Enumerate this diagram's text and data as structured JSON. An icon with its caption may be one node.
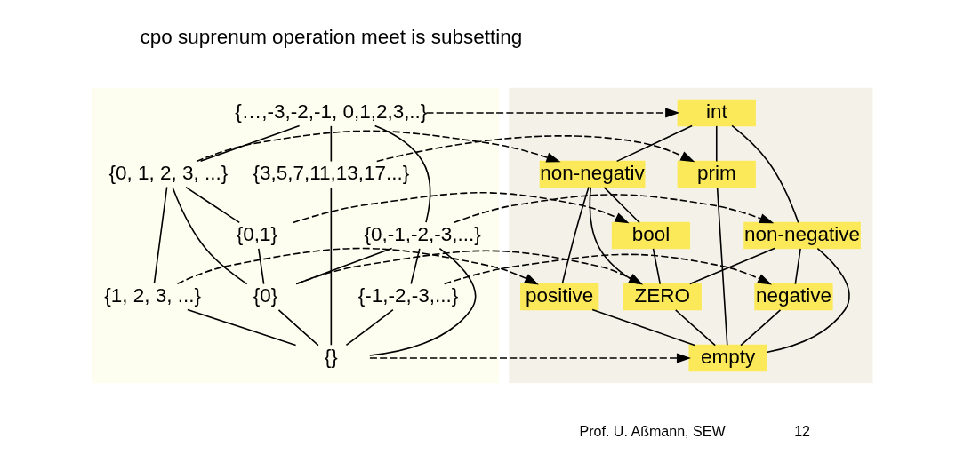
{
  "diagram": {
    "nodes": [
      {
        "text": [],
        "shape": "box"
      },
      {
        "text": [],
        "shape": "box"
      },
      {
        "text": [
          "{…,-3,-2,-1, 0,1,2,3,..}"
        ],
        "in": 0
      },
      {
        "text": [
          "{0, 1, 2, 3, ...}"
        ],
        "in": 0
      },
      {
        "text": [
          "{3,5,7,11,13,17...}"
        ],
        "in": 0
      },
      {
        "text": [
          "{0,1}"
        ],
        "in": 0
      },
      {
        "text": [
          "{1, 2, 3, ...}"
        ],
        "in": 0
      },
      {
        "text": [
          "{0,-1,-2,-3,...}"
        ],
        "in": 0
      },
      {
        "text": [
          "{0}"
        ],
        "in": 0
      },
      {
        "text": [
          "{-1,-2,-3,...}"
        ],
        "in": 0
      },
      {
        "text": [
          "{}"
        ],
        "in": 0
      },
      {
        "text": [
          "int"
        ],
        "in": 1
      },
      {
        "text": [
          "non-negativ"
        ],
        "in": 1
      },
      {
        "text": [
          "prim"
        ],
        "in": 1
      },
      {
        "text": [
          "bool"
        ],
        "in": 1
      },
      {
        "text": [
          "positive"
        ],
        "in": 1
      },
      {
        "text": [
          "non-negative"
        ],
        "in": 1
      },
      {
        "text": [
          "ZERO"
        ],
        "in": 1
      },
      {
        "text": [
          "negative"
        ],
        "in": 1
      },
      {
        "text": [
          "empty"
        ],
        "in": 1
      }
    ],
    "edges": [
      {
        "from": 2,
        "to": 3,
        "arrow": "none"
      },
      {
        "from": 2,
        "to": 4,
        "arrow": "none"
      },
      {
        "from": 2,
        "to": 7,
        "arrow": "none"
      },
      {
        "from": 3,
        "to": 6,
        "arrow": "none"
      },
      {
        "from": 3,
        "to": 8,
        "arrow": "none"
      },
      {
        "from": 3,
        "to": 5,
        "arrow": "none"
      },
      {
        "from": 5,
        "to": 8,
        "arrow": "none"
      },
      {
        "from": 7,
        "to": 8,
        "arrow": "none"
      },
      {
        "from": 4,
        "to": 10,
        "arrow": "none"
      },
      {
        "from": 6,
        "to": 10,
        "arrow": "none"
      },
      {
        "from": 8,
        "to": 10,
        "arrow": "none"
      },
      {
        "from": 7,
        "to": 10,
        "arrow": "none"
      },
      {
        "from": 7,
        "to": 9,
        "arrow": "none"
      },
      {
        "from": 9,
        "to": 10,
        "arrow": "none"
      },
      {
        "from": 11,
        "to": 12,
        "arrow": "none"
      },
      {
        "from": 11,
        "to": 13,
        "arrow": "none"
      },
      {
        "from": 11,
        "to": 16,
        "arrow": "none"
      },
      {
        "from": 12,
        "to": 15,
        "arrow": "none"
      },
      {
        "from": 12,
        "to": 17,
        "arrow": "none"
      },
      {
        "from": 12,
        "to": 14,
        "arrow": "none"
      },
      {
        "from": 14,
        "to": 17,
        "arrow": "none"
      },
      {
        "from": 16,
        "to": 17,
        "arrow": "none"
      },
      {
        "from": 15,
        "to": 19,
        "arrow": "none"
      },
      {
        "from": 17,
        "to": 19,
        "arrow": "none"
      },
      {
        "from": 13,
        "to": 19,
        "arrow": "none"
      },
      {
        "from": 16,
        "to": 19,
        "arrow": "none"
      },
      {
        "from": 16,
        "to": 18,
        "arrow": "none"
      },
      {
        "from": 18,
        "to": 19,
        "arrow": "none"
      },
      {
        "from": 2,
        "to": 11,
        "arrow": "to",
        "style": "dashed"
      },
      {
        "from": 3,
        "to": 12,
        "arrow": "to",
        "style": "dashed"
      },
      {
        "from": 4,
        "to": 13,
        "arrow": "to",
        "style": "dashed"
      },
      {
        "from": 5,
        "to": 14,
        "arrow": "to",
        "style": "dashed"
      },
      {
        "from": 6,
        "to": 15,
        "arrow": "to",
        "style": "dashed"
      },
      {
        "from": 7,
        "to": 16,
        "arrow": "to",
        "style": "dashed"
      },
      {
        "from": 8,
        "to": 17,
        "arrow": "to",
        "style": "dashed"
      },
      {
        "from": 9,
        "to": 18,
        "arrow": "to",
        "style": "dashed"
      },
      {
        "from": 10,
        "to": 19,
        "arrow": "to",
        "style": "dashed"
      }
    ],
    "labels": [
      "cpo suprenum operation meet is subsetting",
      "Prof. U. Aßmann, SEW",
      "12"
    ]
  }
}
